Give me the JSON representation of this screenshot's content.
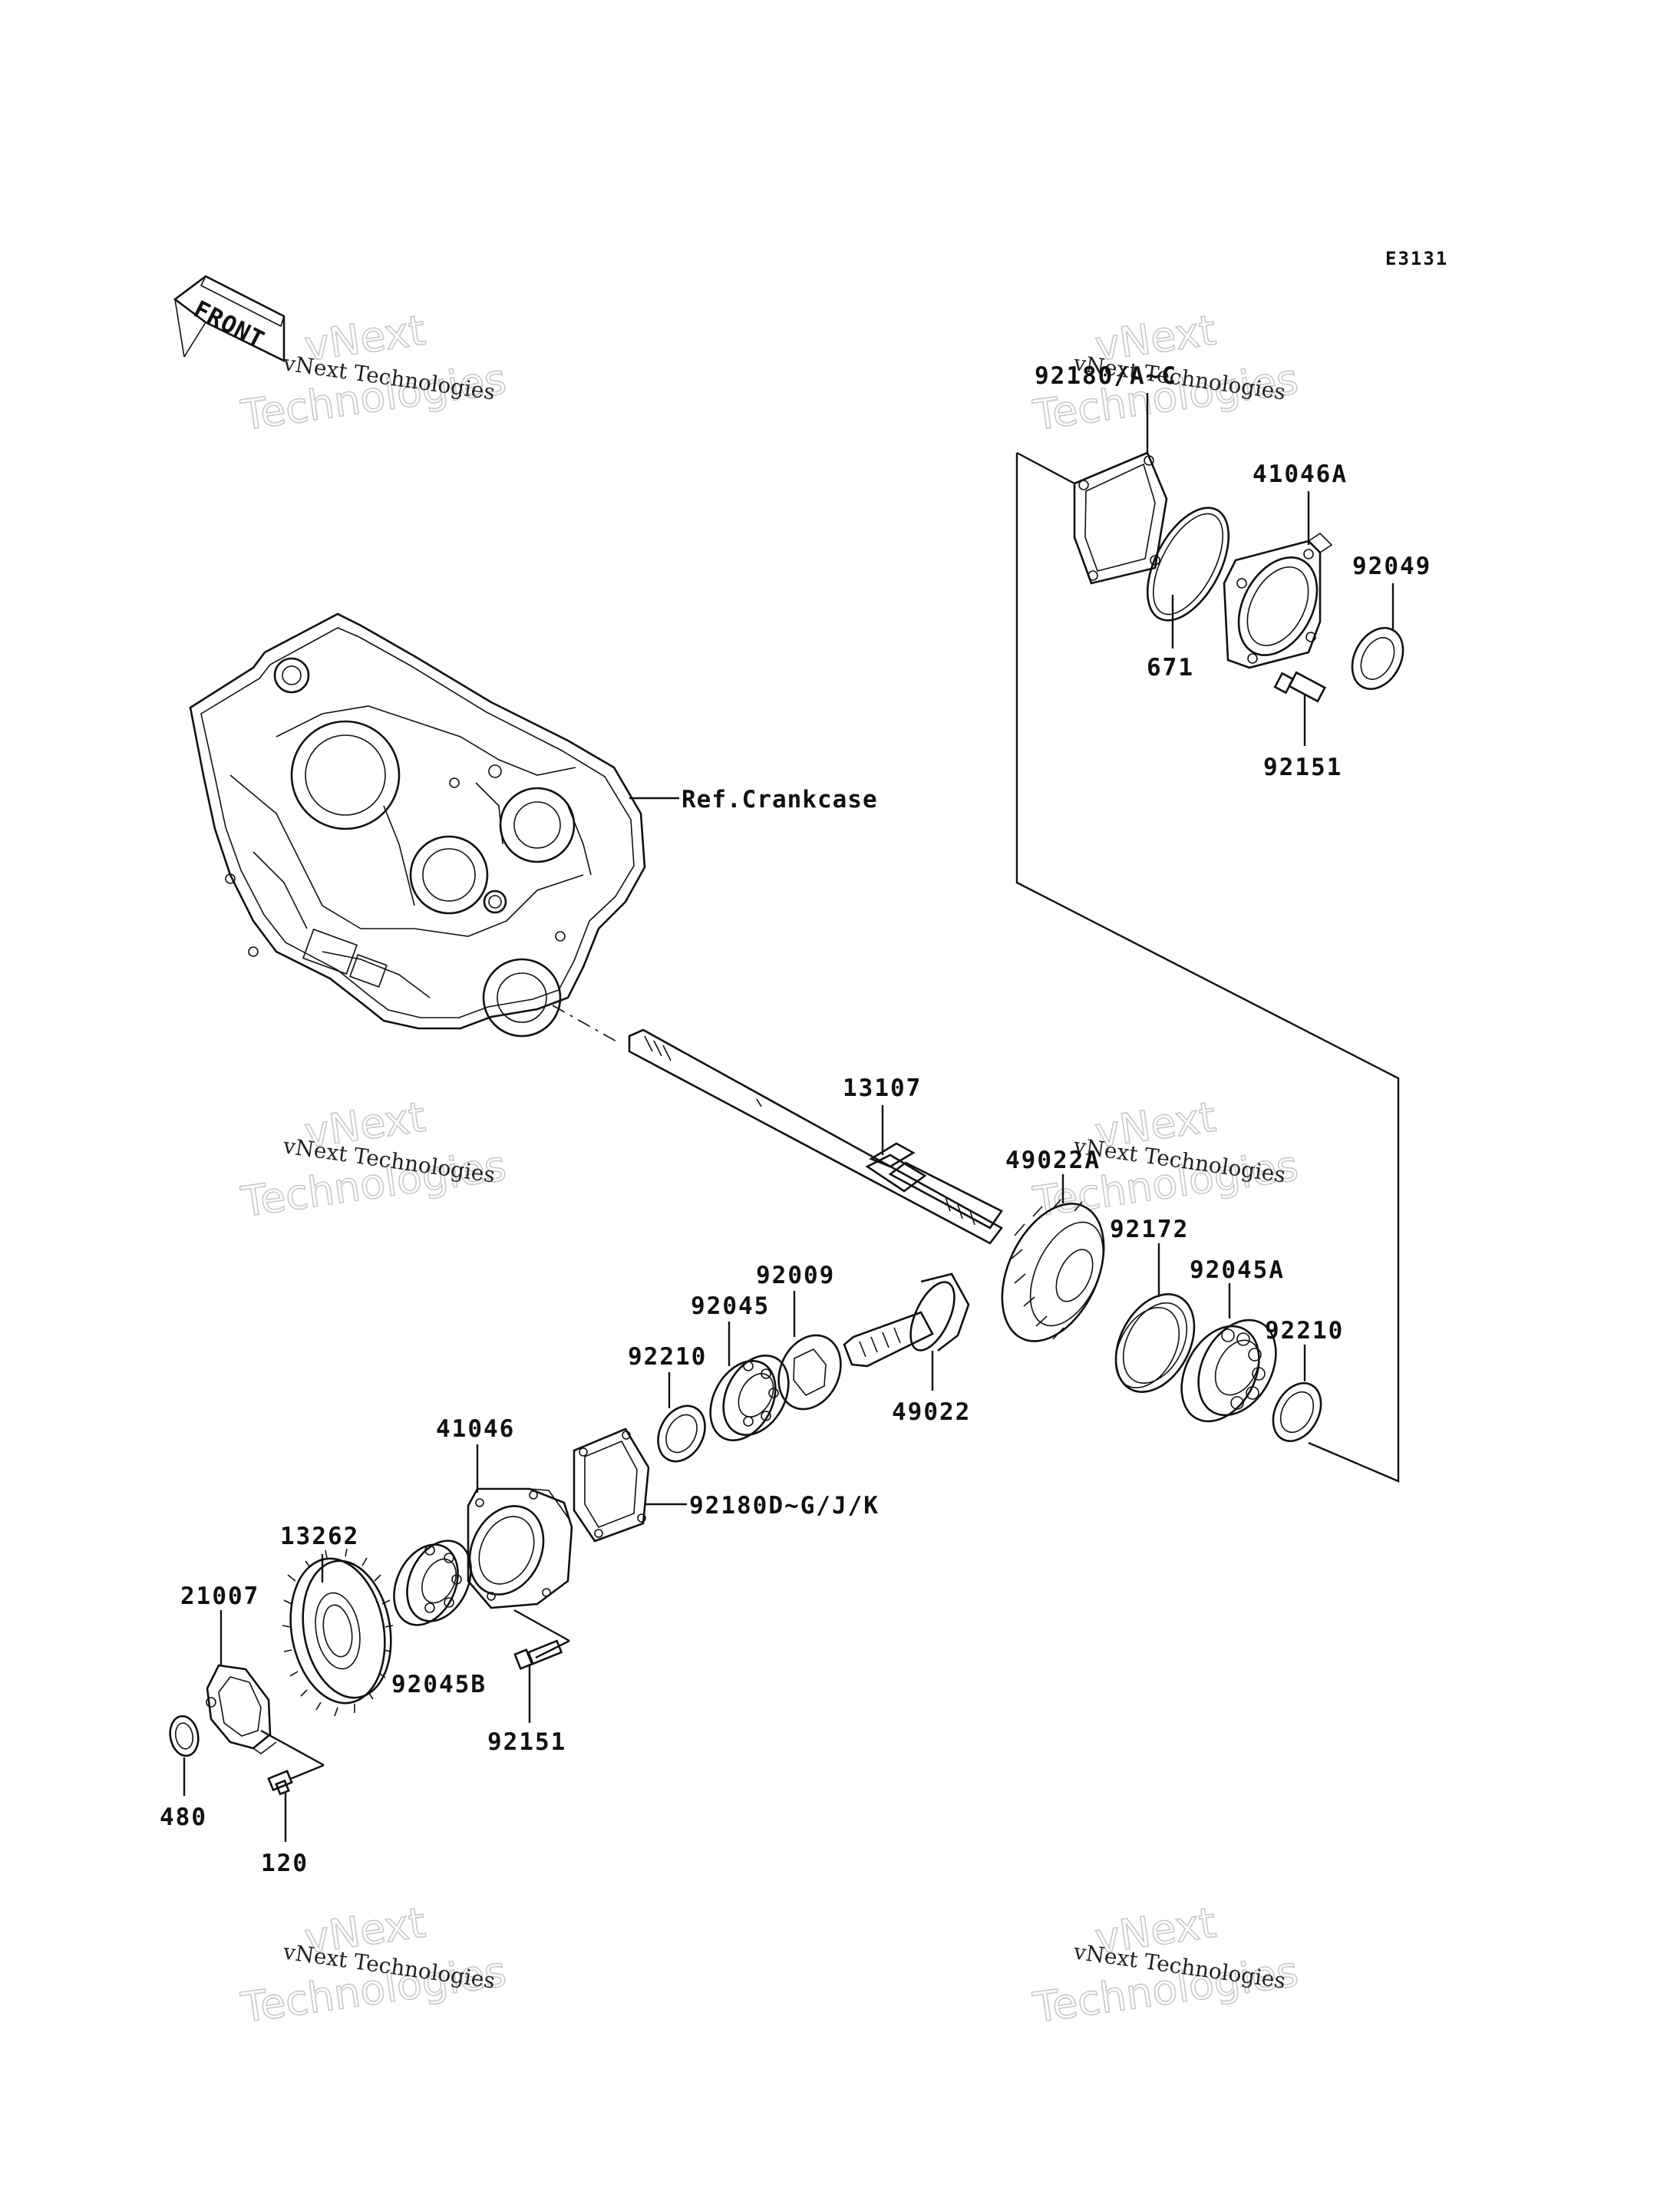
{
  "diagram": {
    "code": "E3131",
    "front_label": "FRONT",
    "ref_label": "Ref.Crankcase",
    "parts": {
      "p92180ac": "92180/A~C",
      "p41046a": "41046A",
      "p92049": "92049",
      "p671": "671",
      "p92151_top": "92151",
      "p13107": "13107",
      "p49022a": "49022A",
      "p92172": "92172",
      "p92045a": "92045A",
      "p92210_right": "92210",
      "p92009": "92009",
      "p92045": "92045",
      "p92210_left": "92210",
      "p49022": "49022",
      "p41046": "41046",
      "p92180dk": "92180D~G/J/K",
      "p13262": "13262",
      "p21007": "21007",
      "p92045b": "92045B",
      "p92151_bottom": "92151",
      "p480": "480",
      "p120": "120"
    },
    "watermark": {
      "company": "vNext Technologies",
      "logo_top": "vNext",
      "logo_bottom": "Technologies"
    }
  }
}
